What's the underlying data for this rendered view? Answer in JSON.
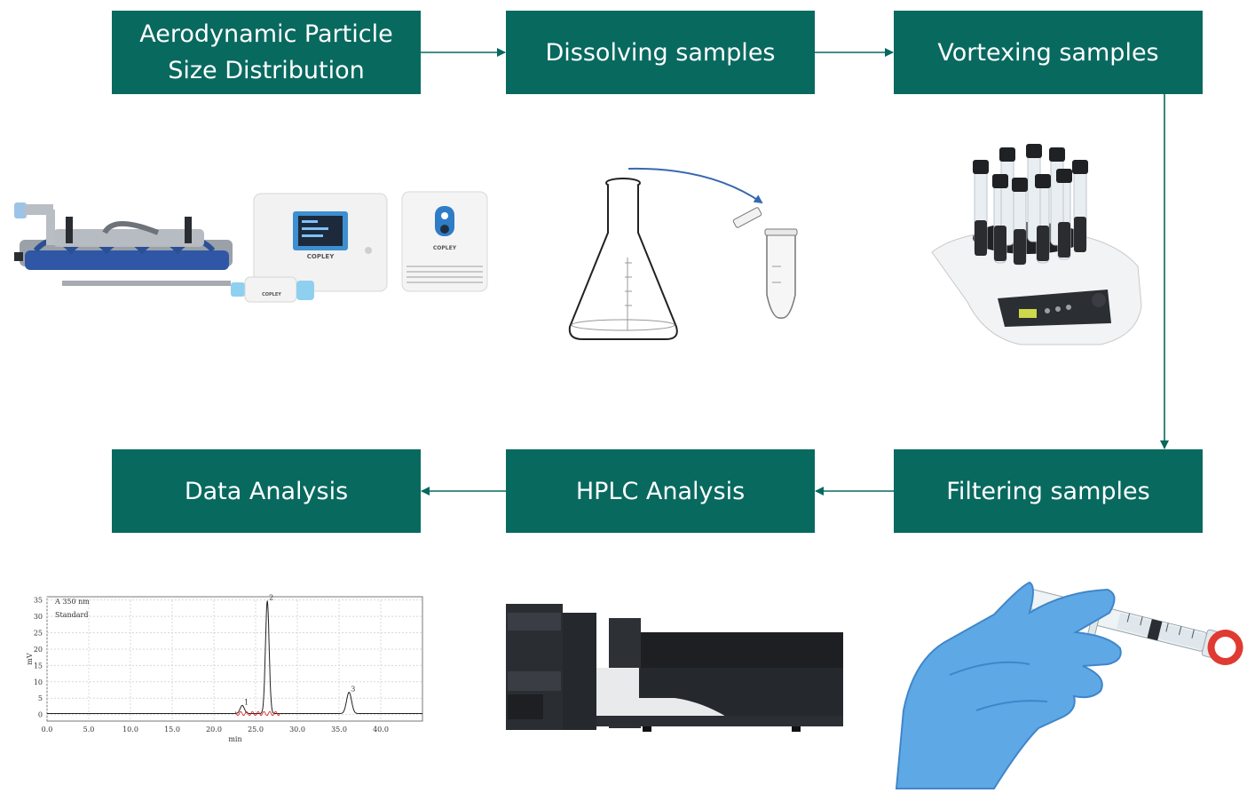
{
  "steps": [
    {
      "id": "apsd",
      "label": "Aerodynamic Particle\nSize Distribution"
    },
    {
      "id": "dissolve",
      "label": "Dissolving samples"
    },
    {
      "id": "vortex",
      "label": "Vortexing samples"
    },
    {
      "id": "filter",
      "label": "Filtering samples"
    },
    {
      "id": "hplc",
      "label": "HPLC Analysis"
    },
    {
      "id": "data",
      "label": "Data Analysis"
    }
  ],
  "colors": {
    "box": "#08695f",
    "box_text": "#ffffff",
    "arrow": "#08695f"
  },
  "icons": {
    "apsd": "cascade-impactor-equipment-icon",
    "dissolve": "flask-to-tube-icon",
    "vortex": "tube-vortex-mixer-icon",
    "filter": "syringe-filter-icon",
    "hplc": "hplc-instrument-icon"
  },
  "equipment": {
    "brand": "COPLEY"
  },
  "chromatogram": {
    "type": "line",
    "title": "A 350 nm",
    "legend": "Standard",
    "xlabel": "min",
    "ylabel": "mV",
    "xlim": [
      0,
      45
    ],
    "ylim": [
      -2,
      36
    ],
    "xticks": [
      "0.0",
      "5.0",
      "10.0",
      "15.0",
      "20.0",
      "25.0",
      "30.0",
      "35.0",
      "40.0"
    ],
    "yticks": [
      "0",
      "5",
      "10",
      "15",
      "20",
      "25",
      "30",
      "35"
    ],
    "grid": true,
    "peaks": [
      {
        "label": "1",
        "time": 23.4,
        "height": 2.5
      },
      {
        "label": "2",
        "time": 26.4,
        "height": 34.5
      },
      {
        "label": "3",
        "time": 36.2,
        "height": 6.5
      }
    ]
  }
}
